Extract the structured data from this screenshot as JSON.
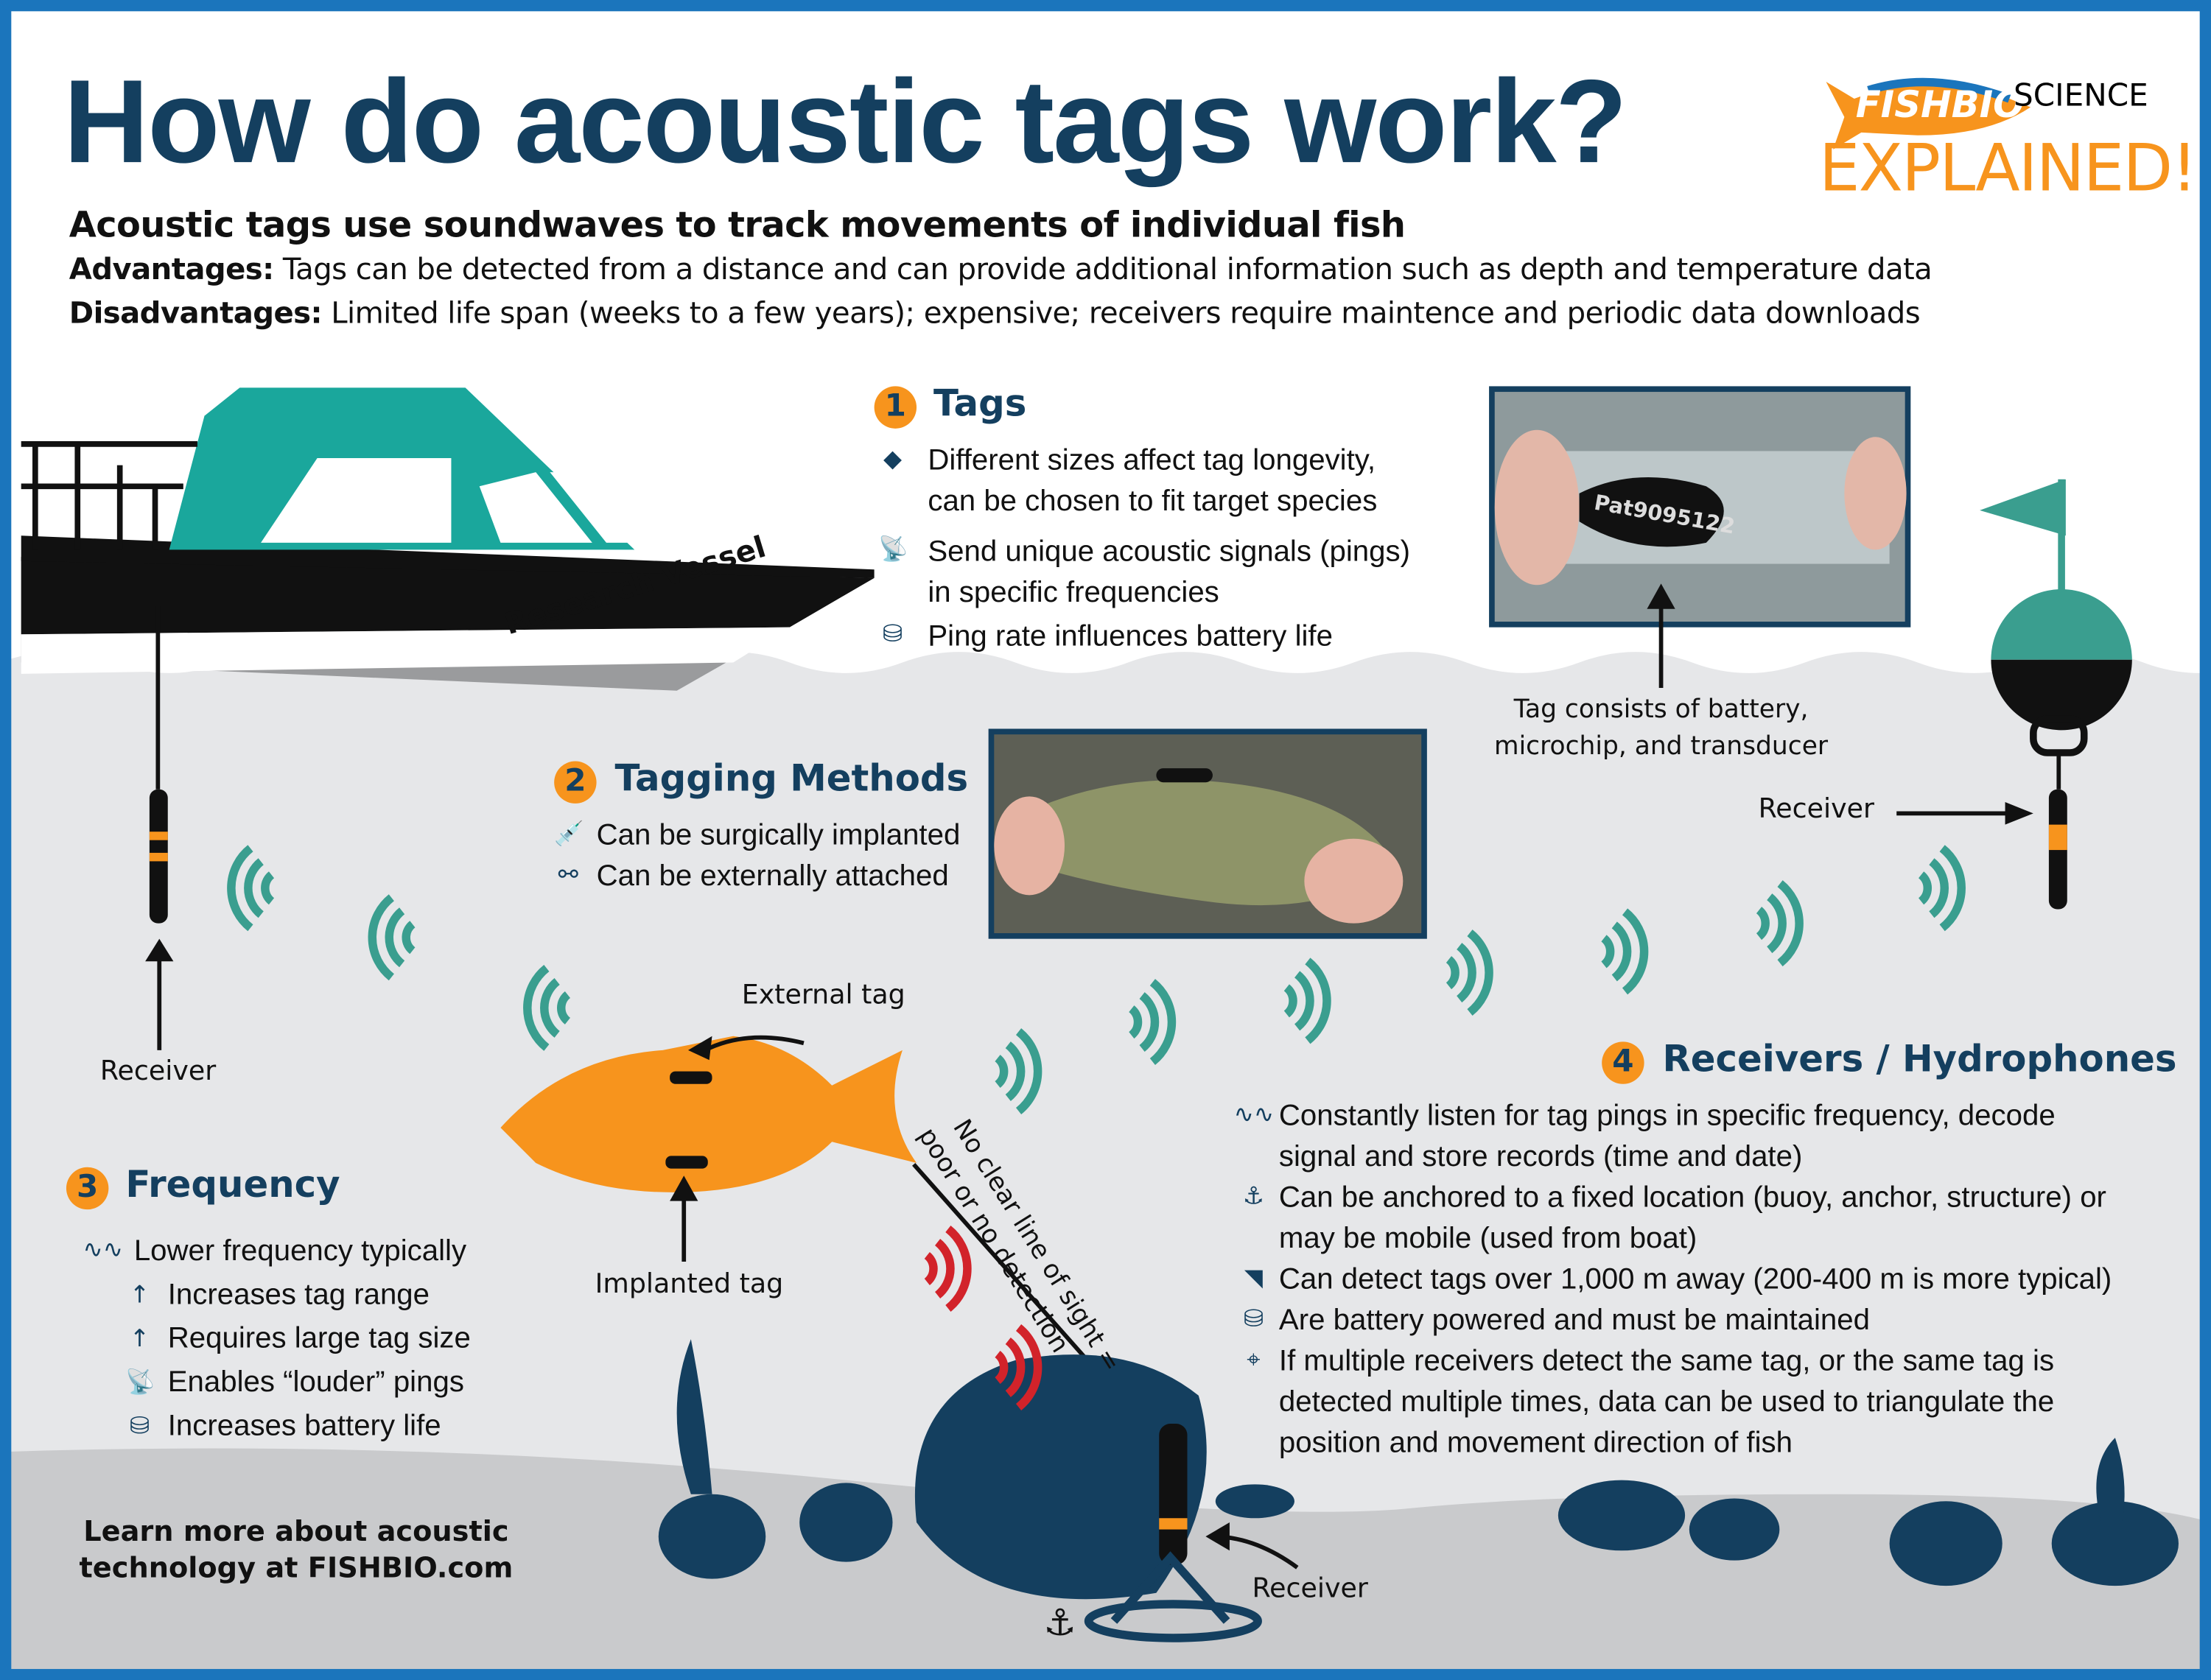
{
  "title": "How do acoustic tags work?",
  "logo": {
    "brand": "FISHBIO",
    "science": "SCIENCE",
    "explained": "EXPLAINED!"
  },
  "intro": {
    "subtitle": "Acoustic tags use soundwaves to track movements of individual fish",
    "advantages_label": "Advantages:",
    "advantages_text": " Tags can be detected from a distance and can provide additional information such as depth and temperature data",
    "disadvantages_label": "Disadvantages:",
    "disadvantages_text": " Limited life span (weeks to a few years); expensive; receivers require maintence and periodic data downloads"
  },
  "boat_label": "Research Vessel",
  "sections": {
    "tags": {
      "number": "1",
      "heading": "Tags",
      "items": [
        {
          "icon": "tag-icon",
          "lines": [
            "Different sizes affect tag longevity,",
            "can be chosen to fit target species"
          ]
        },
        {
          "icon": "satellite-signal-icon",
          "lines": [
            "Send unique acoustic signals (pings)",
            "in specific frequencies"
          ]
        },
        {
          "icon": "battery-stack-icon",
          "lines": [
            "Ping rate influences battery life"
          ]
        }
      ]
    },
    "tagging": {
      "number": "2",
      "heading": "Tagging Methods",
      "items": [
        {
          "icon": "syringe-icon",
          "lines": [
            "Can be surgically implanted"
          ]
        },
        {
          "icon": "link-icon",
          "lines": [
            "Can be externally attached"
          ]
        }
      ]
    },
    "frequency": {
      "number": "3",
      "heading": "Frequency",
      "lead": {
        "icon": "waveform-icon",
        "text": "Lower frequency typically"
      },
      "items": [
        {
          "icon": "arrow-up-icon",
          "text": "Increases tag range"
        },
        {
          "icon": "arrow-up-icon",
          "text": "Requires large tag size"
        },
        {
          "icon": "satellite-signal-icon",
          "text": "Enables “louder” pings"
        },
        {
          "icon": "battery-stack-icon",
          "text": "Increases battery life"
        }
      ]
    },
    "receivers": {
      "number": "4",
      "heading": "Receivers / Hydrophones",
      "items": [
        {
          "icon": "waveform-icon",
          "lines": [
            "Constantly listen for tag pings in specific frequency, decode",
            "signal and store records (time and date)"
          ]
        },
        {
          "icon": "anchor-icon",
          "lines": [
            "Can be anchored to a fixed location (buoy, anchor, structure) or",
            "may be mobile (used from boat)"
          ]
        },
        {
          "icon": "rss-signal-icon",
          "lines": [
            "Can detect tags over 1,000 m away (200-400 m is more typical)"
          ]
        },
        {
          "icon": "battery-stack-icon",
          "lines": [
            "Are battery powered and must be maintained"
          ]
        },
        {
          "icon": "route-pin-icon",
          "lines": [
            "If multiple receivers detect the same tag, or the same tag is",
            "detected multiple times, data can be used to triangulate the",
            "position and movement direction of fish"
          ]
        }
      ]
    }
  },
  "labels": {
    "tag_photo_text": "Pat9095122",
    "tag_caption": [
      "Tag consists of battery,",
      "microchip, and transducer"
    ],
    "receiver_right": "Receiver",
    "receiver_left": "Receiver",
    "receiver_bottom": "Receiver",
    "external_tag": "External tag",
    "implanted_tag": "Implanted tag",
    "no_line_of_sight": [
      "No clear line of sight =",
      "poor or no detection"
    ]
  },
  "learn_more": [
    "Learn more about acoustic",
    "technology at FISHBIO.com"
  ],
  "colors": {
    "navy": "#143f5f",
    "orange": "#f7941d",
    "teal": "#3a9e8f",
    "signal_red": "#d2232a",
    "frame_blue": "#1b75bc",
    "water": "#e6e7e9",
    "seabed": "#c9cacc"
  }
}
